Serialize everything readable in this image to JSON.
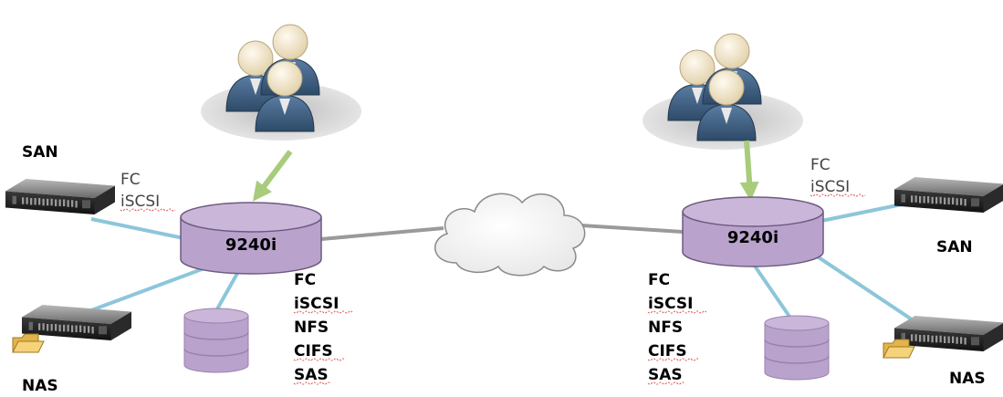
{
  "left_site": {
    "controller_label": "9240i",
    "san_label": "SAN",
    "nas_label": "NAS",
    "san_protocols": [
      "FC",
      "iSCSI"
    ],
    "protocols": [
      "FC",
      "iSCSI",
      "NFS",
      "CIFS",
      "SAS"
    ]
  },
  "right_site": {
    "controller_label": "9240i",
    "san_label": "SAN",
    "nas_label": "NAS",
    "san_protocols": [
      "FC",
      "iSCSI"
    ],
    "protocols": [
      "FC",
      "iSCSI",
      "NFS",
      "CIFS",
      "SAS"
    ]
  },
  "colors": {
    "link_blue": "#8cc6da",
    "wan_gray": "#9a9a9a",
    "arrow_green": "#a8cc7c",
    "disk_purple": "#b9a3cc",
    "user_blue": "#4a6c8e",
    "user_skin": "#f3e6c8"
  },
  "icons": [
    "users-group-icon",
    "server-icon",
    "nas-folder-icon",
    "storage-disk-icon",
    "cloud-icon"
  ]
}
